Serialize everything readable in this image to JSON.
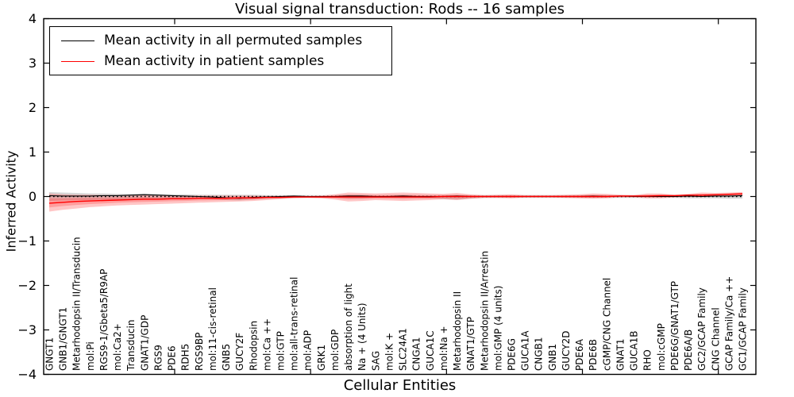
{
  "figure": {
    "title": "Visual signal transduction: Rods -- 16 samples",
    "xlabel": "Cellular Entities",
    "ylabel": "Inferred Activity",
    "legend": [
      {
        "label": "Mean activity in all permuted samples",
        "color": "#000000"
      },
      {
        "label": "Mean activity in patient samples",
        "color": "#ff0000"
      }
    ]
  },
  "chart_data": {
    "type": "line",
    "title": "Visual signal transduction: Rods -- 16 samples",
    "xlabel": "Cellular Entities",
    "ylabel": "Inferred Activity",
    "ylim": [
      -4,
      4
    ],
    "yticks": [
      -4,
      -3,
      -2,
      -1,
      0,
      1,
      2,
      3,
      4
    ],
    "xticks_top_bottom": [
      10,
      20,
      30,
      40,
      50
    ],
    "grid": false,
    "legend_position": "upper left",
    "zero_line": {
      "y": 0,
      "style": "dotted",
      "color": "#000000"
    },
    "categories": [
      "GNGT1",
      "GNB1/GNGT1",
      "Metarhodopsin II/Transducin",
      "mol:Pi",
      "RGS9-1/Gbeta5/R9AP",
      "mol:Ca2+",
      "Transducin",
      "GNAT1/GDP",
      "RGS9",
      "PDE6",
      "RDH5",
      "RGS9BP",
      "mol:11-cis-retinal",
      "GNB5",
      "GUCY2F",
      "Rhodopsin",
      "mol:Ca ++",
      "mol:GTP",
      "mol:all-trans-retinal",
      "mol:ADP",
      "GRK1",
      "mol:GDP",
      "absorption of light",
      "Na + (4 Units)",
      "SAG",
      "mol:K +",
      "SLC24A1",
      "CNGA1",
      "GUCA1C",
      "mol:Na +",
      "Metarhodopsin II",
      "GNAT1/GTP",
      "Metarhodopsin II/Arrestin",
      "mol:GMP (4 units)",
      "PDE6G",
      "GUCA1A",
      "CNGB1",
      "GNB1",
      "GUCY2D",
      "PDE6A",
      "PDE6B",
      "cGMP/CNG Channel",
      "GNAT1",
      "GUCA1B",
      "RHO",
      "mol:cGMP",
      "PDE6G/GNAT1/GTP",
      "PDE6A/B",
      "GC2/GCAP Family",
      "CNG Channel",
      "GCAP Family/Ca ++",
      "GC1/GCAP Family"
    ],
    "series": [
      {
        "name": "Mean activity in all permuted samples",
        "color": "#000000",
        "band_color": "#969696",
        "values": [
          0.02,
          0.01,
          0.01,
          0.01,
          0.02,
          0.02,
          0.03,
          0.04,
          0.03,
          0.02,
          0.01,
          0.0,
          -0.01,
          -0.03,
          -0.04,
          -0.02,
          -0.01,
          0.0,
          0.01,
          0.0,
          0.0,
          0.0,
          0.01,
          0.01,
          0.0,
          0.0,
          0.01,
          0.0,
          0.0,
          0.0,
          0.01,
          0.0,
          0.0,
          0.0,
          0.0,
          0.0,
          0.0,
          0.0,
          0.0,
          0.0,
          0.01,
          0.0,
          0.01,
          0.0,
          0.0,
          0.0,
          0.0,
          0.01,
          0.0,
          0.01,
          0.01,
          0.02
        ],
        "band_upper": [
          0.1,
          0.09,
          0.08,
          0.07,
          0.07,
          0.06,
          0.06,
          0.07,
          0.06,
          0.05,
          0.05,
          0.04,
          0.04,
          0.04,
          0.04,
          0.04,
          0.03,
          0.03,
          0.03,
          0.03,
          0.03,
          0.03,
          0.04,
          0.04,
          0.03,
          0.03,
          0.03,
          0.03,
          0.03,
          0.03,
          0.03,
          0.03,
          0.03,
          0.03,
          0.03,
          0.03,
          0.03,
          0.03,
          0.03,
          0.03,
          0.03,
          0.03,
          0.03,
          0.03,
          0.03,
          0.03,
          0.03,
          0.04,
          0.04,
          0.04,
          0.04,
          0.05
        ],
        "band_lower": [
          -0.1,
          -0.09,
          -0.08,
          -0.08,
          -0.07,
          -0.07,
          -0.06,
          -0.06,
          -0.06,
          -0.05,
          -0.05,
          -0.05,
          -0.06,
          -0.08,
          -0.09,
          -0.07,
          -0.05,
          -0.04,
          -0.03,
          -0.03,
          -0.03,
          -0.03,
          -0.04,
          -0.04,
          -0.03,
          -0.03,
          -0.03,
          -0.03,
          -0.04,
          -0.06,
          -0.07,
          -0.05,
          -0.03,
          -0.03,
          -0.03,
          -0.03,
          -0.03,
          -0.03,
          -0.03,
          -0.03,
          -0.03,
          -0.03,
          -0.03,
          -0.03,
          -0.03,
          -0.03,
          -0.03,
          -0.04,
          -0.04,
          -0.04,
          -0.05,
          -0.05
        ]
      },
      {
        "name": "Mean activity in patient samples",
        "color": "#ff0000",
        "band_color": "#ff3333",
        "values": [
          -0.15,
          -0.13,
          -0.11,
          -0.1,
          -0.09,
          -0.08,
          -0.07,
          -0.06,
          -0.06,
          -0.05,
          -0.05,
          -0.04,
          -0.04,
          -0.04,
          -0.03,
          -0.03,
          -0.02,
          -0.02,
          -0.01,
          -0.01,
          -0.01,
          -0.01,
          -0.01,
          -0.01,
          -0.01,
          -0.01,
          -0.01,
          -0.01,
          -0.01,
          0.0,
          0.0,
          0.0,
          0.0,
          0.0,
          0.0,
          0.0,
          0.0,
          0.0,
          0.0,
          0.0,
          0.0,
          0.0,
          0.01,
          0.01,
          0.01,
          0.02,
          0.02,
          0.03,
          0.03,
          0.04,
          0.05,
          0.06
        ],
        "band_upper": [
          0.07,
          0.05,
          0.04,
          0.04,
          0.03,
          0.03,
          0.03,
          0.03,
          0.02,
          0.02,
          0.02,
          0.02,
          0.02,
          0.02,
          0.02,
          0.02,
          0.01,
          0.01,
          0.01,
          0.01,
          0.02,
          0.05,
          0.09,
          0.08,
          0.07,
          0.08,
          0.09,
          0.08,
          0.07,
          0.06,
          0.08,
          0.05,
          0.03,
          0.04,
          0.05,
          0.03,
          0.03,
          0.03,
          0.04,
          0.05,
          0.07,
          0.06,
          0.04,
          0.03,
          0.07,
          0.07,
          0.04,
          0.06,
          0.09,
          0.08,
          0.09,
          0.1
        ],
        "band_lower": [
          -0.34,
          -0.3,
          -0.27,
          -0.24,
          -0.22,
          -0.2,
          -0.19,
          -0.18,
          -0.17,
          -0.16,
          -0.15,
          -0.14,
          -0.13,
          -0.12,
          -0.11,
          -0.1,
          -0.08,
          -0.06,
          -0.04,
          -0.03,
          -0.04,
          -0.07,
          -0.11,
          -0.1,
          -0.08,
          -0.09,
          -0.1,
          -0.09,
          -0.08,
          -0.06,
          -0.08,
          -0.05,
          -0.03,
          -0.03,
          -0.04,
          -0.02,
          -0.02,
          -0.02,
          -0.03,
          -0.04,
          -0.05,
          -0.04,
          -0.02,
          -0.02,
          -0.04,
          -0.04,
          -0.02,
          -0.01,
          -0.01,
          0.0,
          0.0,
          0.01
        ]
      }
    ]
  }
}
